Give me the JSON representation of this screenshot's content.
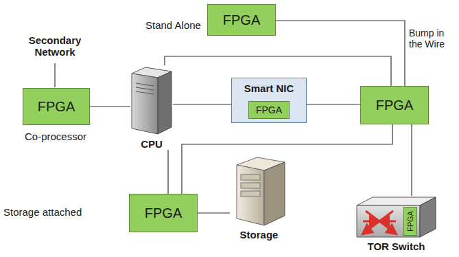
{
  "diagram": {
    "nodes": [
      {
        "text": [
          "FPGA"
        ]
      },
      {
        "text": [
          "FPGA"
        ]
      },
      {
        "text": [
          "CPU"
        ]
      },
      {
        "text": [
          "Smart NIC"
        ]
      },
      {
        "text": [
          "FPGA"
        ],
        "in": 3
      },
      {
        "text": [
          "FPGA"
        ]
      },
      {
        "text": [
          "FPGA"
        ]
      },
      {
        "text": [
          "Storage"
        ]
      },
      {
        "text": [
          "TOR Switch"
        ]
      },
      {
        "text": [
          "FPGA"
        ],
        "in": 8
      }
    ],
    "edges": [
      {
        "from": 1,
        "to": 2,
        "arrow": "none"
      },
      {
        "from": 2,
        "to": 3,
        "arrow": "none"
      },
      {
        "from": 3,
        "to": 5,
        "arrow": "none"
      },
      {
        "from": 2,
        "to": 5,
        "arrow": "none"
      },
      {
        "from": 0,
        "to": 5,
        "arrow": "none"
      },
      {
        "from": 5,
        "to": 6,
        "arrow": "none"
      },
      {
        "from": 2,
        "to": 6,
        "arrow": "none"
      },
      {
        "from": 6,
        "to": 7,
        "arrow": "none"
      },
      {
        "from": 5,
        "to": 8,
        "arrow": "none"
      }
    ],
    "labels": [
      "Stand Alone",
      "Secondary Network",
      "Bump in the Wire",
      "Co-processor",
      "Storage attached"
    ]
  }
}
